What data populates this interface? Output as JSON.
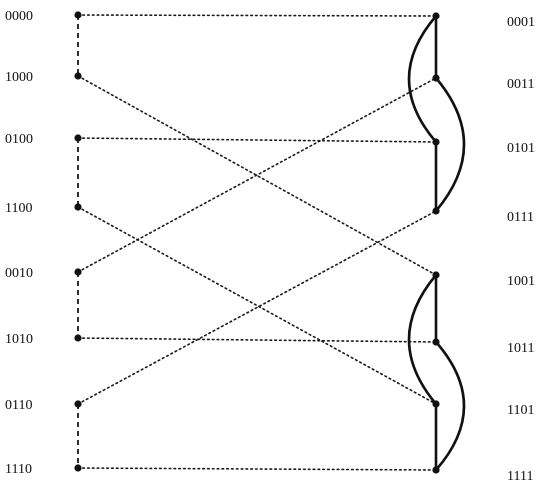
{
  "diagram": {
    "left_nodes": [
      {
        "id": "L0",
        "label": "0000"
      },
      {
        "id": "L1",
        "label": "1000"
      },
      {
        "id": "L2",
        "label": "0100"
      },
      {
        "id": "L3",
        "label": "1100"
      },
      {
        "id": "L4",
        "label": "0010"
      },
      {
        "id": "L5",
        "label": "1010"
      },
      {
        "id": "L6",
        "label": "0110"
      },
      {
        "id": "L7",
        "label": "1110"
      }
    ],
    "right_nodes": [
      {
        "id": "R0",
        "label": "0001"
      },
      {
        "id": "R1",
        "label": "0011"
      },
      {
        "id": "R2",
        "label": "0101"
      },
      {
        "id": "R3",
        "label": "0111"
      },
      {
        "id": "R4",
        "label": "1001"
      },
      {
        "id": "R5",
        "label": "1011"
      },
      {
        "id": "R6",
        "label": "1101"
      },
      {
        "id": "R7",
        "label": "1111"
      }
    ],
    "dotted_edges": [
      [
        "L0",
        "R0"
      ],
      [
        "L1",
        "R4"
      ],
      [
        "L2",
        "R2"
      ],
      [
        "L3",
        "R6"
      ],
      [
        "L4",
        "R1"
      ],
      [
        "L5",
        "R5"
      ],
      [
        "L6",
        "R3"
      ],
      [
        "L7",
        "R7"
      ]
    ],
    "dashed_edges": [
      [
        "L0",
        "L1"
      ],
      [
        "L2",
        "L3"
      ],
      [
        "L4",
        "L5"
      ],
      [
        "L6",
        "L7"
      ]
    ],
    "solid_edges": [
      [
        "R0",
        "R1"
      ],
      [
        "R2",
        "R3"
      ],
      [
        "R4",
        "R5"
      ],
      [
        "R6",
        "R7"
      ]
    ],
    "solid_arcs": [
      [
        "R0",
        "R2",
        "left"
      ],
      [
        "R1",
        "R3",
        "right"
      ],
      [
        "R4",
        "R6",
        "left"
      ],
      [
        "R5",
        "R7",
        "right"
      ]
    ]
  }
}
